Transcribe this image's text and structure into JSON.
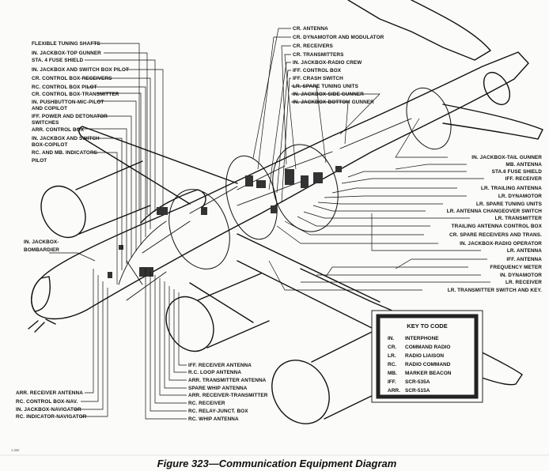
{
  "caption": "Figure 323—Communication Equipment Diagram",
  "plate_number": "1-300",
  "left_labels": [
    "FLEXIBLE TUNING SHAFTS",
    "IN. JACKBOX-TOP GUNNER",
    "STA. 4 FUSE SHIELD",
    "IN. JACKBOX AND SWITCH BOX PILOT",
    "CR. CONTROL BOX-RECEIVERS",
    "RC. CONTROL BOX PILOT",
    "CR. CONTROL BOX-TRANSMITTER",
    "IN. PUSHBUTTON-MIC-PILOT",
    "AND COPILOT",
    "IFF. POWER AND DETONATOR",
    "SWITCHES",
    "ARR. CONTROL BOX",
    "IN. JACKBOX AND SWITCH",
    "BOX-COPILOT",
    "RC. AND MB. INDICATORS-",
    "PILOT",
    "IN. JACKBOX-",
    "BOMBARDIER"
  ],
  "top_labels": [
    "CR. ANTENNA",
    "CR. DYNAMOTOR AND MODULATOR",
    "CR. RECEIVERS",
    "CR. TRANSMITTERS",
    "IN. JACKBOX-RADIO CREW",
    "IFF. CONTROL BOX",
    "IFF. CRASH SWITCH",
    "LR. SPARE TUNING UNITS",
    "IN. JACKBOX-SIDE GUNNER",
    "IN. JACKBOX-BOTTOM GUNNER"
  ],
  "right_labels": [
    "IN. JACKBOX-TAIL GUNNER",
    "MB. ANTENNA",
    "STA.6 FUSE SHIELD",
    "IFF. RECEIVER",
    "LR. TRAILING ANTENNA",
    "LR. DYNAMOTOR",
    "LR. SPARE TUNING UNITS",
    "LR. ANTENNA CHANGEOVER SWITCH",
    "LR. TRANSMITTER",
    "TRAILING ANTENNA CONTROL BOX",
    "CR. SPARE RECEIVERS AND TRANS.",
    "IN. JACKBOX-RADIO OPERATOR",
    "LR. ANTENNA",
    "IFF. ANTENNA",
    "FREQUENCY METER",
    "IN. DYNAMOTOR",
    "LR. RECEIVER",
    "LR. TRANSMITTER SWITCH AND KEY."
  ],
  "bottom_left_labels": [
    "ARR. RECEIVER ANTENNA",
    "RC. CONTROL BOX-NAV.",
    "IN. JACKBOX-NAVIGATOR",
    "RC. INDICATOR-NAVIGATOR"
  ],
  "bottom_center_labels": [
    "IFF. RECEIVER ANTENNA",
    "R.C. LOOP ANTENNA",
    "ARR. TRANSMITTER ANTENNA",
    "SPARE WHIP ANTENNA",
    "ARR. RECEIVER-TRANSMITTER",
    "RC. RECEIVER",
    "RC. RELAY-JUNCT. BOX",
    "RC. WHIP ANTENNA"
  ],
  "key": {
    "title": "KEY TO CODE",
    "rows": [
      {
        "code": "IN.",
        "meaning": "INTERPHONE"
      },
      {
        "code": "CR.",
        "meaning": "COMMAND RADIO"
      },
      {
        "code": "LR.",
        "meaning": "RADIO LIAISON"
      },
      {
        "code": "RC.",
        "meaning": "RADIO COMMAND"
      },
      {
        "code": "MB.",
        "meaning": "MARKER BEACON"
      },
      {
        "code": "IFF.",
        "meaning": "SCR-535A"
      },
      {
        "code": "ARR.",
        "meaning": "SCR-515A"
      }
    ]
  }
}
